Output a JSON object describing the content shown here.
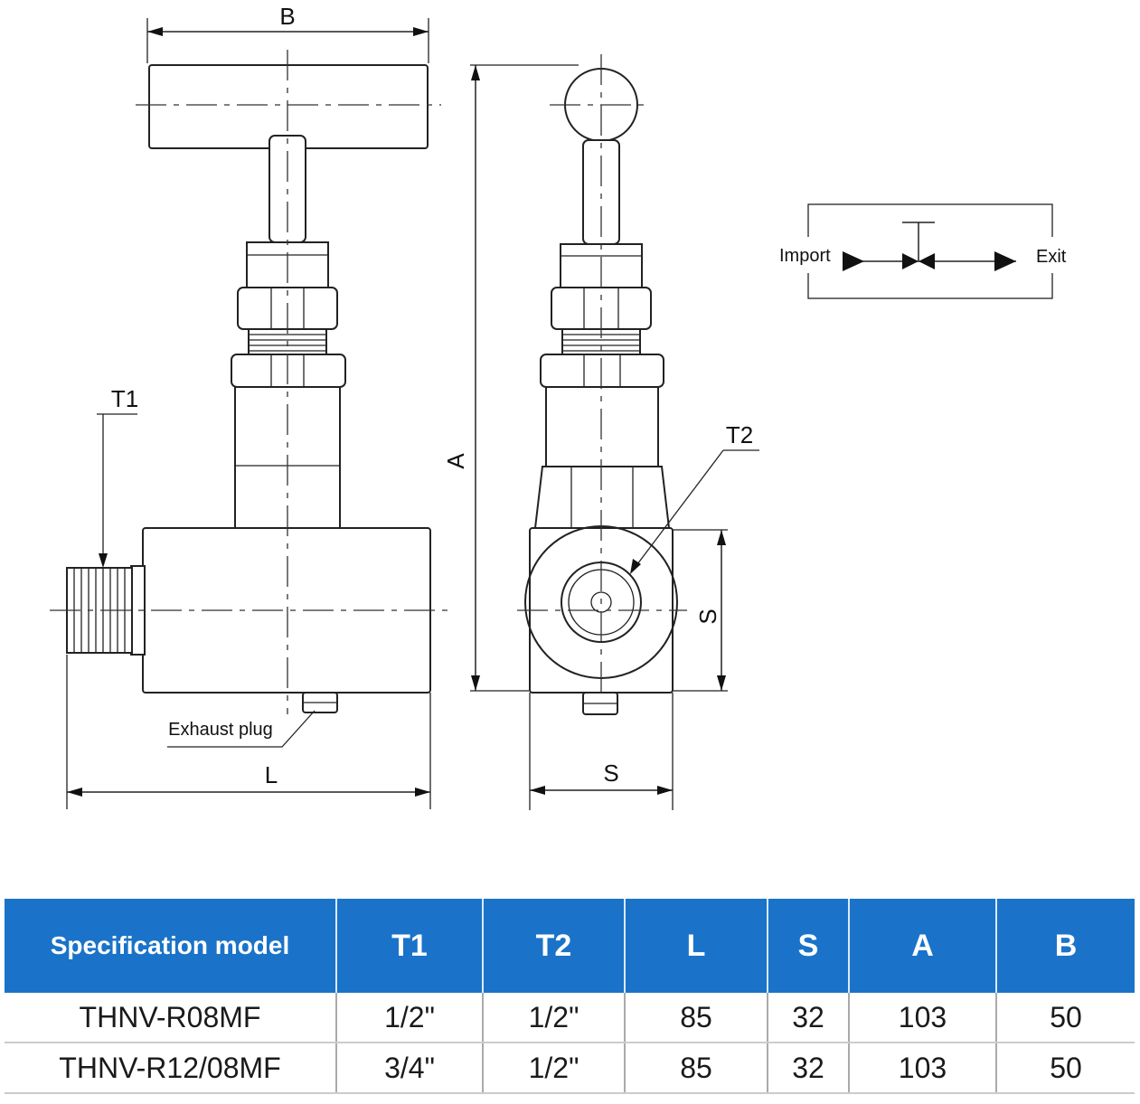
{
  "diagram": {
    "labels": {
      "b": "B",
      "a": "A",
      "t1": "T1",
      "t2": "T2",
      "l": "L",
      "s_side": "S",
      "s_bottom": "S",
      "exhaust_plug": "Exhaust plug"
    },
    "schematic": {
      "import": "Import",
      "exit": "Exit"
    }
  },
  "table": {
    "headers": [
      "Specification model",
      "T1",
      "T2",
      "L",
      "S",
      "A",
      "B"
    ],
    "rows": [
      [
        "THNV-R08MF",
        "1/2\"",
        "1/2\"",
        "85",
        "32",
        "103",
        "50"
      ],
      [
        "THNV-R12/08MF",
        "3/4\"",
        "1/2\"",
        "85",
        "32",
        "103",
        "50"
      ]
    ],
    "colors": {
      "header_bg": "#1a73c9",
      "header_text": "#ffffff"
    }
  }
}
